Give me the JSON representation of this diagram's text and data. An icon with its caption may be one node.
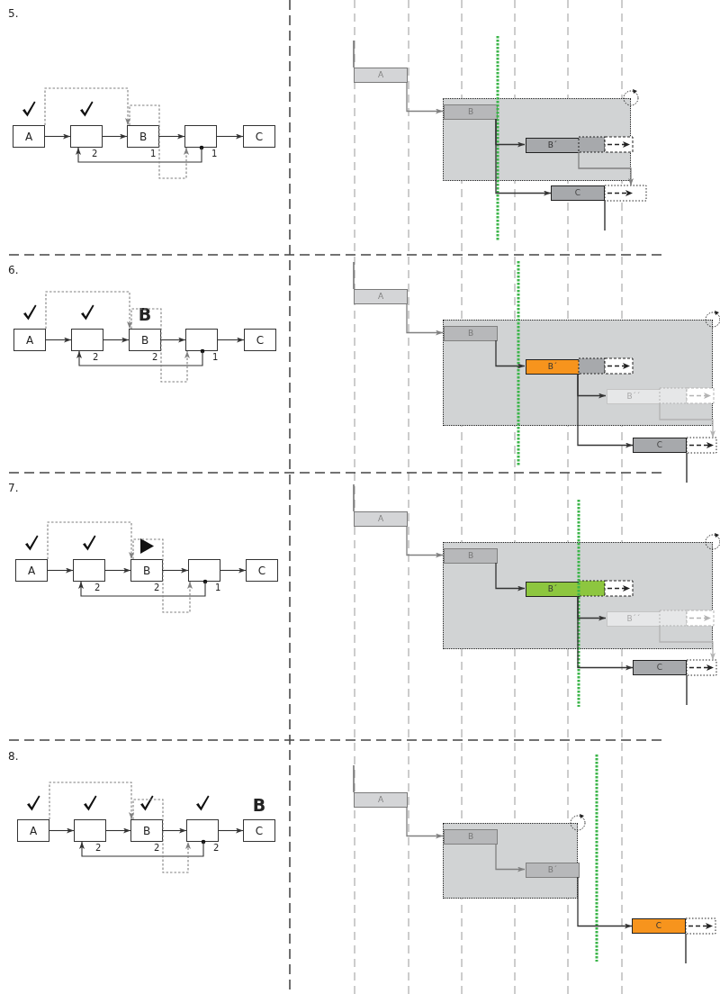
{
  "diagram": {
    "nodes": [
      {
        "text": [
          "A"
        ]
      },
      {
        "text": [],
        "shape": "box"
      },
      {
        "text": [
          "B"
        ]
      },
      {
        "text": [],
        "shape": "box"
      },
      {
        "text": [
          "C"
        ]
      },
      {
        "text": [
          "A"
        ]
      },
      {
        "text": [],
        "shape": "box"
      },
      {
        "text": [
          "B"
        ],
        "in": 6
      },
      {
        "text": [
          "B´"
        ],
        "in": 6
      },
      {
        "text": [
          "C"
        ]
      },
      {
        "text": [
          "A"
        ]
      },
      {
        "text": [],
        "shape": "box"
      },
      {
        "text": [
          "B"
        ]
      },
      {
        "text": [],
        "shape": "box"
      },
      {
        "text": [
          "C"
        ]
      },
      {
        "text": [
          "A"
        ]
      },
      {
        "text": [],
        "shape": "box"
      },
      {
        "text": [
          "B"
        ],
        "in": 16
      },
      {
        "text": [
          "B´"
        ],
        "in": 16
      },
      {
        "text": [
          "B´´"
        ],
        "in": 16
      },
      {
        "text": [
          "C"
        ]
      },
      {
        "text": [
          "A"
        ]
      },
      {
        "text": [],
        "shape": "box"
      },
      {
        "text": [
          "B"
        ]
      },
      {
        "text": [],
        "shape": "box"
      },
      {
        "text": [
          "C"
        ]
      },
      {
        "text": [
          "A"
        ]
      },
      {
        "text": [],
        "shape": "box"
      },
      {
        "text": [
          "B"
        ],
        "in": 27
      },
      {
        "text": [
          "B´"
        ],
        "in": 27
      },
      {
        "text": [
          "B´´"
        ],
        "in": 27
      },
      {
        "text": [
          "C"
        ]
      },
      {
        "text": [
          "A"
        ]
      },
      {
        "text": [],
        "shape": "box"
      },
      {
        "text": [
          "B"
        ]
      },
      {
        "text": [],
        "shape": "box"
      },
      {
        "text": [
          "C"
        ]
      },
      {
        "text": [
          "A"
        ]
      },
      {
        "text": [],
        "shape": "box"
      },
      {
        "text": [
          "B"
        ],
        "in": 38
      },
      {
        "text": [
          "B´"
        ],
        "in": 38
      },
      {
        "text": [
          "C"
        ]
      }
    ],
    "edges": [
      {
        "from": 0,
        "to": 1,
        "arrow": "to"
      },
      {
        "from": 1,
        "to": 2,
        "arrow": "to"
      },
      {
        "from": 2,
        "to": 3,
        "arrow": "to"
      },
      {
        "from": 3,
        "to": 4,
        "arrow": "to"
      },
      {
        "from": 3,
        "to": 1,
        "arrow": "to"
      },
      {
        "from": 0,
        "to": 2,
        "arrow": "to",
        "style": "dashed",
        "color": "#808080"
      },
      {
        "from": 2,
        "to": 3,
        "arrow": "to",
        "style": "dashed",
        "color": "#808080"
      },
      {
        "from": 5,
        "to": 7,
        "arrow": "to",
        "color": "#808080"
      },
      {
        "from": 7,
        "to": 8,
        "arrow": "to"
      },
      {
        "from": 7,
        "to": 9,
        "arrow": "to"
      },
      {
        "from": 8,
        "to": 9,
        "arrow": "to",
        "color": "#808080"
      },
      {
        "from": 10,
        "to": 11,
        "arrow": "to"
      },
      {
        "from": 11,
        "to": 12,
        "arrow": "to"
      },
      {
        "from": 12,
        "to": 13,
        "arrow": "to"
      },
      {
        "from": 13,
        "to": 14,
        "arrow": "to"
      },
      {
        "from": 13,
        "to": 11,
        "arrow": "to"
      },
      {
        "from": 10,
        "to": 12,
        "arrow": "to",
        "style": "dashed",
        "color": "#808080"
      },
      {
        "from": 12,
        "to": 13,
        "arrow": "to",
        "style": "dashed",
        "color": "#808080"
      },
      {
        "from": 15,
        "to": 17,
        "arrow": "to",
        "color": "#808080"
      },
      {
        "from": 17,
        "to": 18,
        "arrow": "to"
      },
      {
        "from": 18,
        "to": 19,
        "arrow": "to"
      },
      {
        "from": 18,
        "to": 20,
        "arrow": "to"
      },
      {
        "from": 19,
        "to": 20,
        "arrow": "to",
        "color": "#b3b3b3"
      },
      {
        "from": 21,
        "to": 22,
        "arrow": "to"
      },
      {
        "from": 22,
        "to": 23,
        "arrow": "to"
      },
      {
        "from": 23,
        "to": 24,
        "arrow": "to"
      },
      {
        "from": 24,
        "to": 25,
        "arrow": "to"
      },
      {
        "from": 24,
        "to": 22,
        "arrow": "to"
      },
      {
        "from": 21,
        "to": 23,
        "arrow": "to",
        "style": "dashed",
        "color": "#808080"
      },
      {
        "from": 23,
        "to": 24,
        "arrow": "to",
        "style": "dashed",
        "color": "#808080"
      },
      {
        "from": 26,
        "to": 28,
        "arrow": "to",
        "color": "#808080"
      },
      {
        "from": 28,
        "to": 29,
        "arrow": "to"
      },
      {
        "from": 29,
        "to": 30,
        "arrow": "to"
      },
      {
        "from": 29,
        "to": 31,
        "arrow": "to"
      },
      {
        "from": 30,
        "to": 31,
        "arrow": "to",
        "color": "#b3b3b3"
      },
      {
        "from": 32,
        "to": 33,
        "arrow": "to"
      },
      {
        "from": 33,
        "to": 34,
        "arrow": "to"
      },
      {
        "from": 34,
        "to": 35,
        "arrow": "to"
      },
      {
        "from": 35,
        "to": 36,
        "arrow": "to"
      },
      {
        "from": 35,
        "to": 33,
        "arrow": "to"
      },
      {
        "from": 32,
        "to": 34,
        "arrow": "to",
        "style": "dashed",
        "color": "#808080"
      },
      {
        "from": 34,
        "to": 35,
        "arrow": "to",
        "style": "dashed",
        "color": "#808080"
      },
      {
        "from": 37,
        "to": 39,
        "arrow": "to",
        "color": "#808080"
      },
      {
        "from": 39,
        "to": 40,
        "arrow": "to",
        "color": "#808080"
      },
      {
        "from": 40,
        "to": 41,
        "arrow": "to"
      }
    ],
    "labels": [
      "5.",
      "2",
      "1",
      "1",
      "6.",
      "B",
      "2",
      "2",
      "1",
      "7.",
      "2",
      "2",
      "1",
      "8.",
      "B",
      "2",
      "2",
      "2"
    ]
  }
}
